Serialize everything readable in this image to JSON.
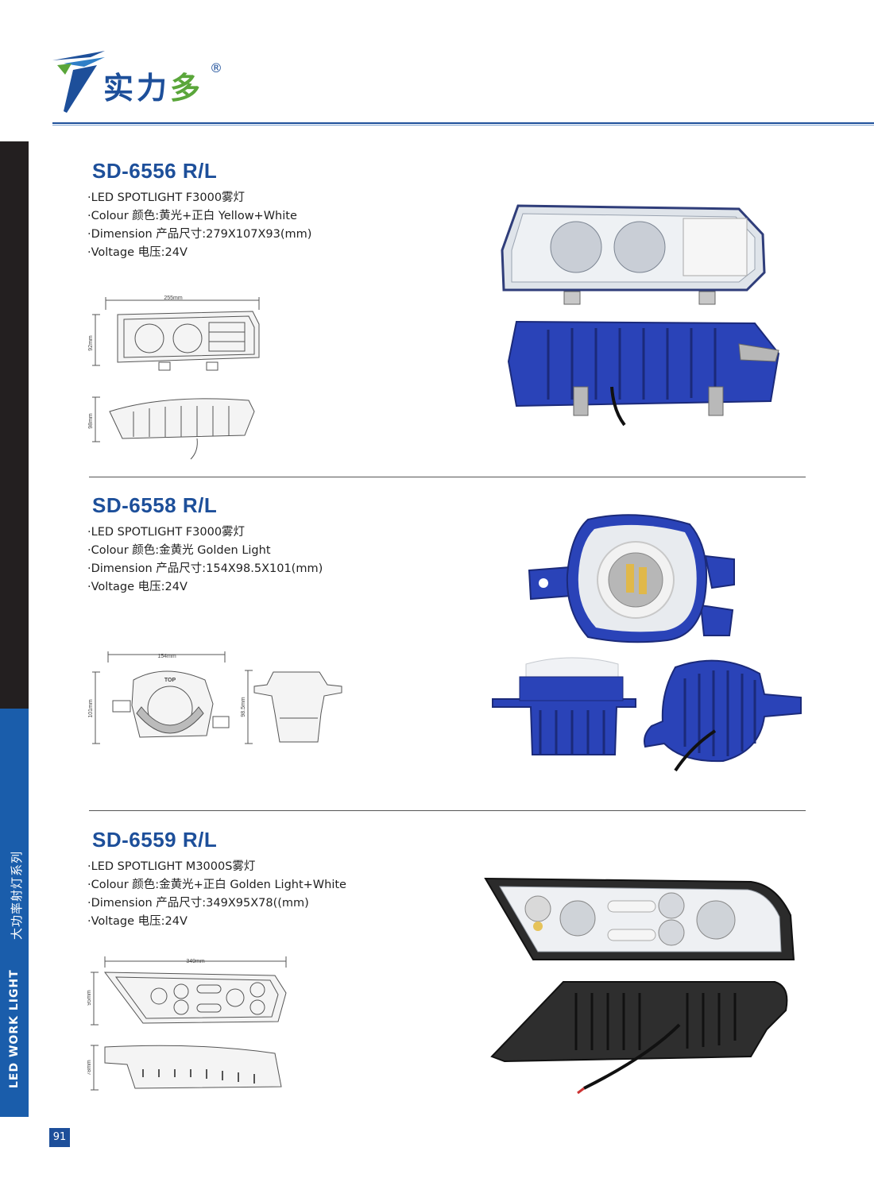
{
  "header": {
    "brand": [
      "实",
      "力",
      "多"
    ],
    "registered": "®"
  },
  "sidebar": {
    "english": "LED WORK LIGHT",
    "chinese": "大功率射灯系列"
  },
  "page_number": "91",
  "products": [
    {
      "model": "SD-6556 R/L",
      "specs": [
        "·LED SPOTLIGHT   F3000雾灯",
        "·Colour 颜色:黄光+正白   Yellow+White",
        "·Dimension 产品尺寸:279X107X93(mm)",
        "·Voltage 电压:24V"
      ],
      "dims": {
        "width": "255mm",
        "height": "92mm",
        "depth": "98mm"
      }
    },
    {
      "model": "SD-6558 R/L",
      "specs": [
        "·LED SPOTLIGHT   F3000雾灯",
        "·Colour 颜色:金黄光   Golden Light",
        "·Dimension 产品尺寸:154X98.5X101(mm)",
        "·Voltage 电压:24V"
      ],
      "dims": {
        "width": "154mm",
        "height": "101mm",
        "depth": "98.5mm",
        "top_mark": "TOP"
      }
    },
    {
      "model": "SD-6559 R/L",
      "specs": [
        "·LED SPOTLIGHT   M3000S雾灯",
        "·Colour 颜色:金黄光+正白   Golden Light+White",
        "·Dimension 产品尺寸:349X95X78((mm)",
        "·Voltage 电压:24V"
      ],
      "dims": {
        "width": "349mm",
        "height": "95mm",
        "depth": "78mm"
      }
    }
  ],
  "colors": {
    "brand_blue": "#1d4f9a",
    "brand_green": "#5aa63a",
    "housing_blue": "#2a43b8",
    "sidebar_blue": "#1a5dab"
  }
}
